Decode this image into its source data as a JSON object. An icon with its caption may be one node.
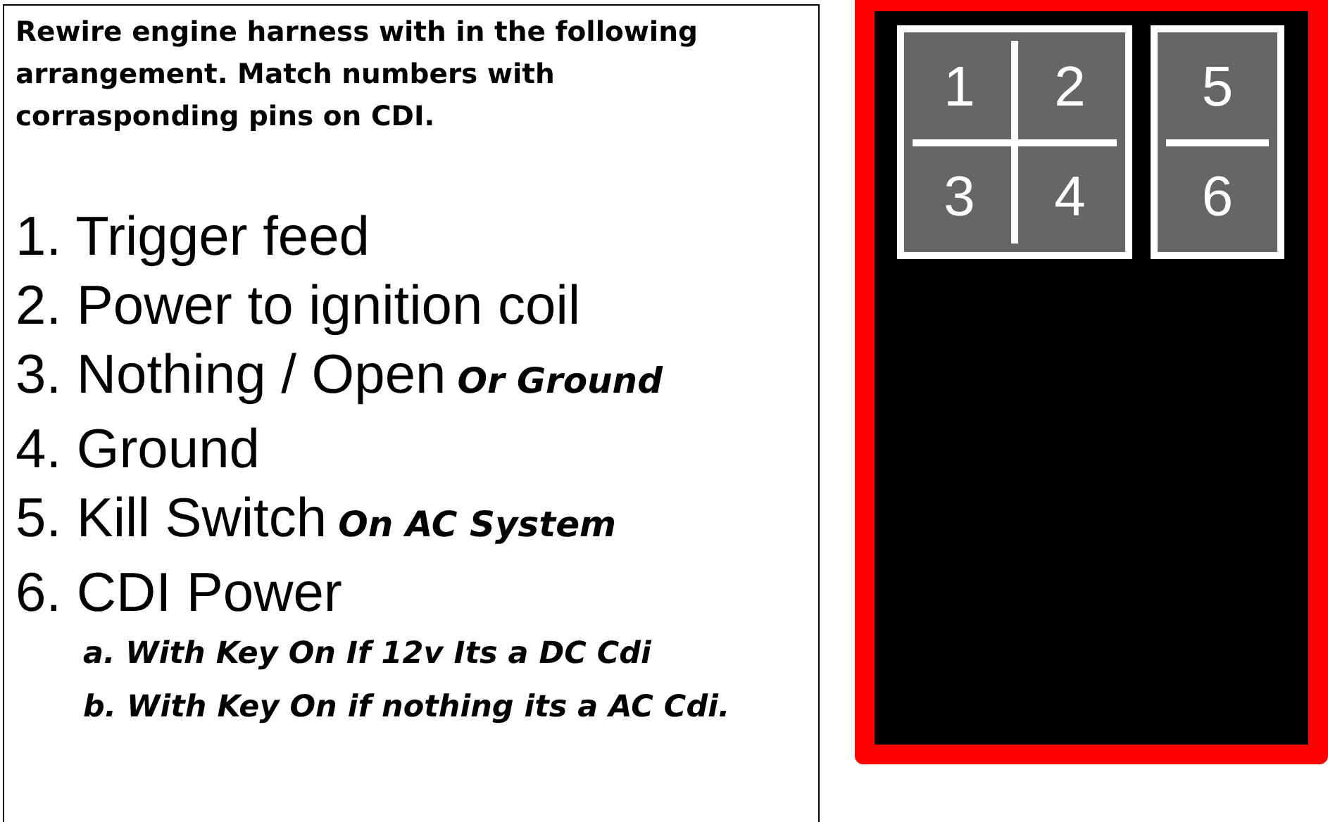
{
  "diagram": {
    "nodes": [
      {
        "text": [
          "Rewire engine harness with in the following arrangement. Match numbers with corrasponding pins on CDI.",
          "1. Trigger feed",
          "2. Power to ignition coil",
          "3. Nothing / Open",
          "Or Ground",
          "4. Ground",
          "5. Kill Switch",
          "On AC System",
          "6. CDI Power",
          "a. With Key On If 12v Its a DC Cdi",
          "b. With Key On if nothing its a AC Cdi."
        ]
      },
      {
        "text": [],
        "shape": "box"
      },
      {
        "text": [
          "1",
          "2",
          "3",
          "4"
        ],
        "in": 1
      },
      {
        "text": [
          "5",
          "6"
        ],
        "in": 1
      }
    ]
  }
}
